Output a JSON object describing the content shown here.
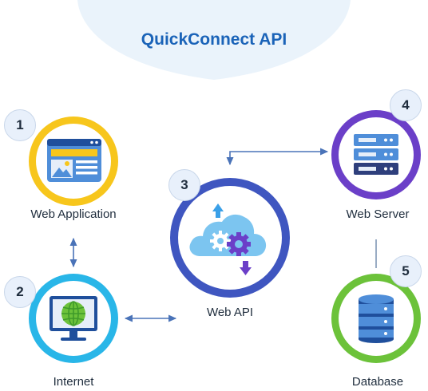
{
  "title": "QuickConnect API",
  "nodes": {
    "web_application": {
      "number": "1",
      "label": "Web Application",
      "icon": "browser-window-icon",
      "color": "#f7c61c"
    },
    "internet": {
      "number": "2",
      "label": "Internet",
      "icon": "globe-monitor-icon",
      "color": "#29b6e8"
    },
    "web_api": {
      "number": "3",
      "label": "Web API",
      "icon": "cloud-gears-icon",
      "color": "#3f56c0"
    },
    "web_server": {
      "number": "4",
      "label": "Web Server",
      "icon": "server-rack-icon",
      "color": "#6b3fc8"
    },
    "database": {
      "number": "5",
      "label": "Database",
      "icon": "database-icon",
      "color": "#6cc23a"
    }
  },
  "colors": {
    "title": "#1a63b8",
    "connector": "#4a73b8",
    "header_cloud": "#eaf3fb"
  }
}
